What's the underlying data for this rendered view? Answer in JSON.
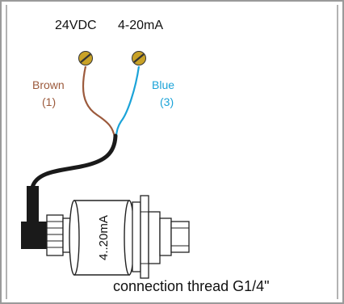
{
  "terminals": {
    "left_label": "24VDC",
    "right_label": "4-20mA"
  },
  "wires": {
    "brown": {
      "name": "Brown",
      "number": "(1)",
      "color": "#9c5a3c"
    },
    "blue": {
      "name": "Blue",
      "number": "(3)",
      "color": "#1ba3d8"
    },
    "cable_color": "#1a1a1a"
  },
  "sensor": {
    "body_label": "4..20mA"
  },
  "caption": "connection thread G1/4\""
}
